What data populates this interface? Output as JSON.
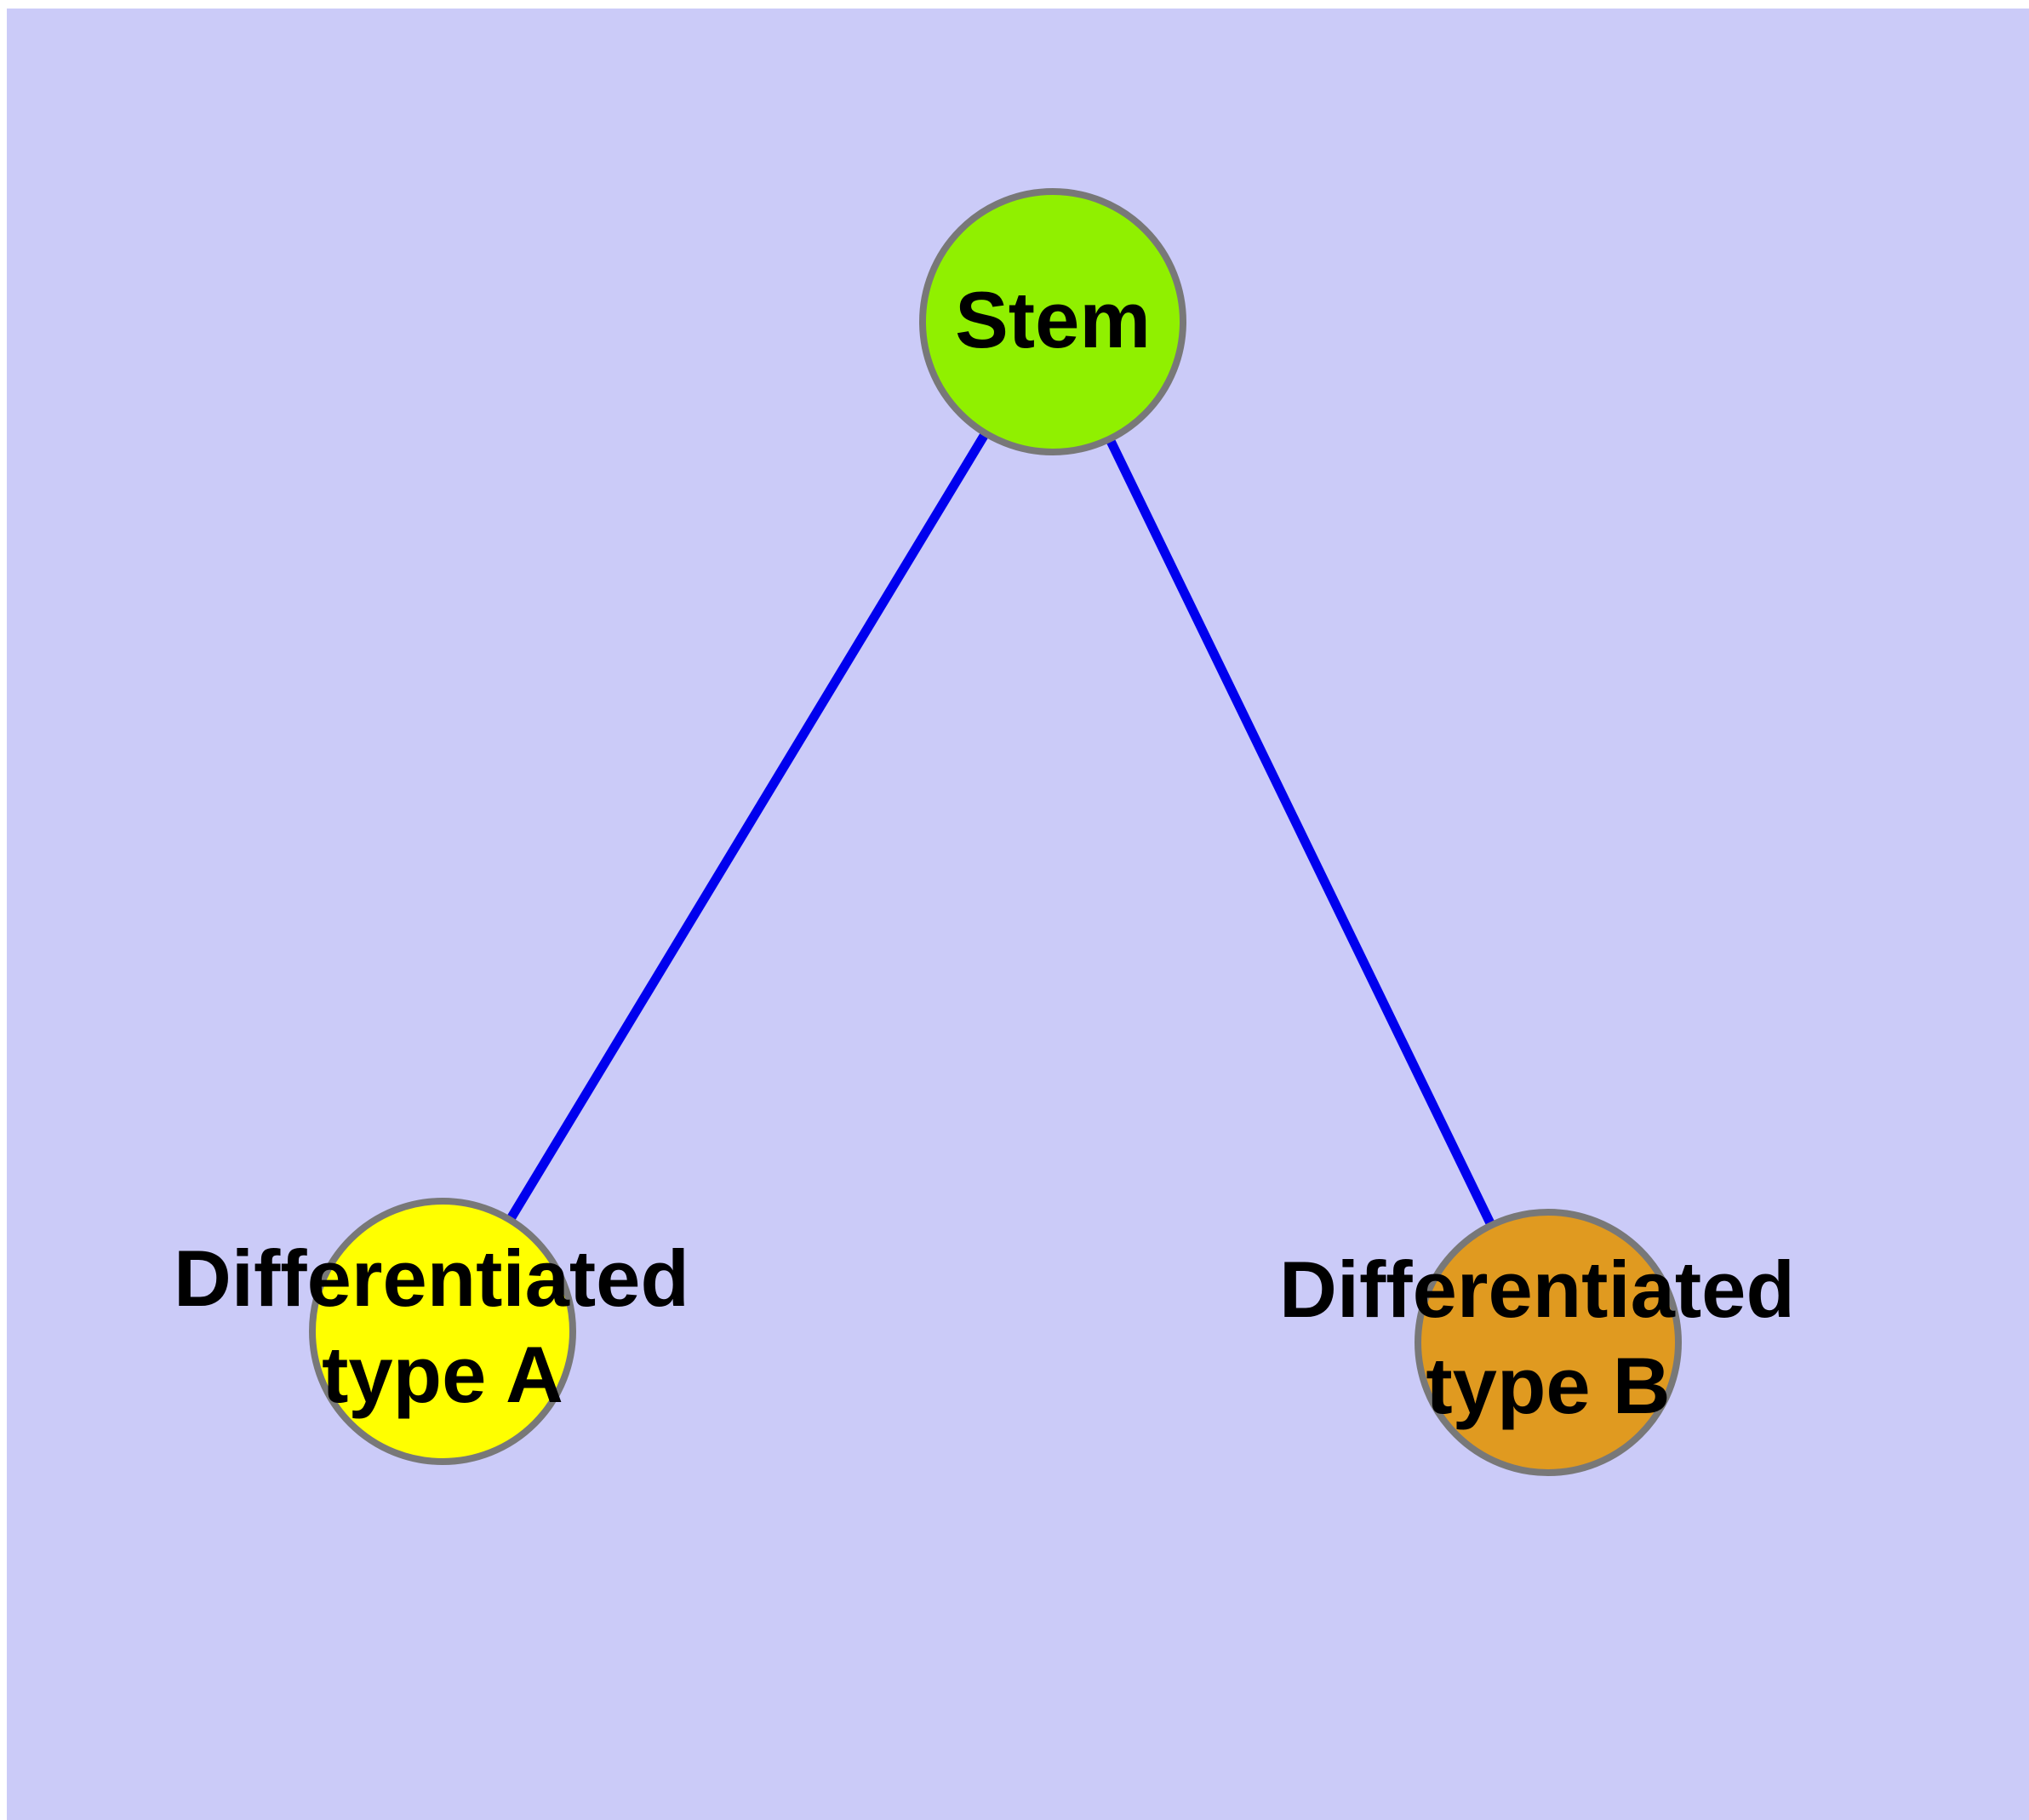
{
  "diagram": {
    "type": "node-link-graph",
    "description_of_pixels": "Three-node tree: one root node connected by two straight edges to two leaf nodes",
    "colors": {
      "page_margin": "#ffffff",
      "background": "#cbcbf8",
      "edge": "#0000ee",
      "node_border": "#787878",
      "label_text": "#000000"
    },
    "nodes": [
      {
        "id": "stem",
        "label": "Stem",
        "lines": [
          "Stem"
        ],
        "color": "#90f000"
      },
      {
        "id": "differentiated-type-a",
        "label": "Differentiated type A",
        "lines": [
          "Differentiated",
          "type A"
        ],
        "color": "#ffff00"
      },
      {
        "id": "differentiated-type-b",
        "label": "Differentiated type B",
        "lines": [
          "Differentiated",
          "type B"
        ],
        "color": "#e09a20"
      }
    ],
    "edges": [
      {
        "from": "Stem",
        "to": "Differentiated type A"
      },
      {
        "from": "Stem",
        "to": "Differentiated type B"
      }
    ]
  }
}
